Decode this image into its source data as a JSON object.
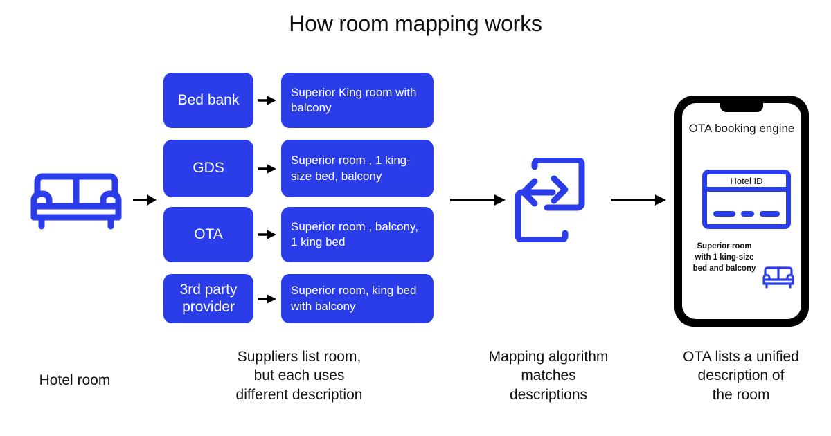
{
  "title": "How room mapping works",
  "colors": {
    "brand_blue": "#2B3DE8",
    "text_black": "#101010",
    "background": "#FFFFFF"
  },
  "left": {
    "icon": "sofa-icon",
    "caption": "Hotel room"
  },
  "flow_arrows": {
    "sofa_to_suppliers": "arrow-right-icon",
    "suppliers_to_mapping": "arrow-right-icon",
    "mapping_to_ota": "arrow-right-icon"
  },
  "suppliers": {
    "caption": "Suppliers list room,\nbut each uses\ndifferent description",
    "caption_lines": [
      "Suppliers list room,",
      "but each uses",
      "different description"
    ],
    "rows": [
      {
        "source": "Bed bank",
        "description": "Superior King room with balcony",
        "arrow": "arrow-right-icon"
      },
      {
        "source": "GDS",
        "description": "Superior room , 1 king-size bed, balcony",
        "arrow": "arrow-right-icon"
      },
      {
        "source": "OTA",
        "description": "Superior room , balcony, 1 king  bed",
        "arrow": "arrow-right-icon"
      },
      {
        "source": "3rd party provider",
        "description": "Superior room, king bed with balcony",
        "arrow": "arrow-right-icon"
      }
    ]
  },
  "mapping": {
    "icon": "swap-sync-icon",
    "caption_lines": [
      "Mapping algorithm",
      "matches",
      "descriptions"
    ]
  },
  "phone": {
    "header": "OTA booking engine",
    "card": {
      "label": "Hotel ID",
      "dashes": 3
    },
    "room_description": "Superior room with 1 king-size bed and balcony",
    "room_icon": "sofa-icon",
    "caption_lines": [
      "OTA lists a unified",
      "description of",
      "the room"
    ]
  }
}
